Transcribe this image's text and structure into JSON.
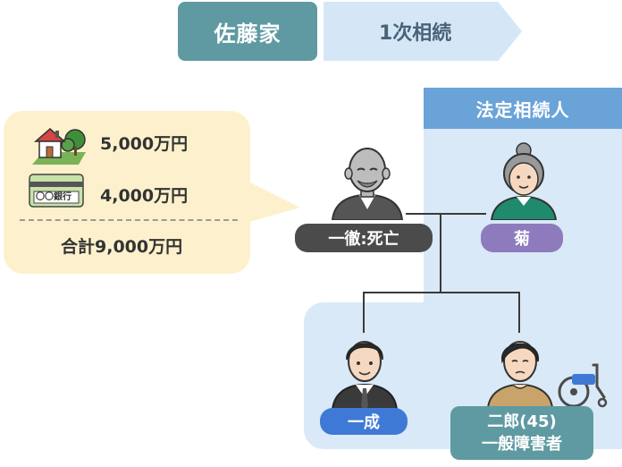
{
  "header": {
    "family_title": "佐藤家",
    "step_label": "1次相続"
  },
  "heirs_panel": {
    "title": "法定相続人"
  },
  "assets": {
    "items": [
      {
        "icon": "house-icon",
        "value": "5,000万円"
      },
      {
        "icon": "bank-book-icon",
        "value": "4,000万円",
        "icon_text": "〇〇銀行"
      }
    ],
    "total": "合計9,000万円"
  },
  "persons": {
    "deceased": {
      "label": "一徹:死亡",
      "icon": "elderly-man-avatar"
    },
    "spouse": {
      "label": "菊",
      "icon": "elderly-woman-avatar"
    },
    "child1": {
      "label": "一成",
      "icon": "man-in-suit-avatar"
    },
    "child2": {
      "label_line1": "二郎(45)",
      "label_line2": "一般障害者",
      "icon": "man-avatar"
    }
  },
  "colors": {
    "teal": "#5f9aa2",
    "light_blue": "#d9e9f8",
    "header_blue": "#6aa3d8",
    "cream": "#fdf1cd",
    "purple": "#8e7bbd",
    "blue": "#3f79d6",
    "dark": "#4b4b4b"
  }
}
